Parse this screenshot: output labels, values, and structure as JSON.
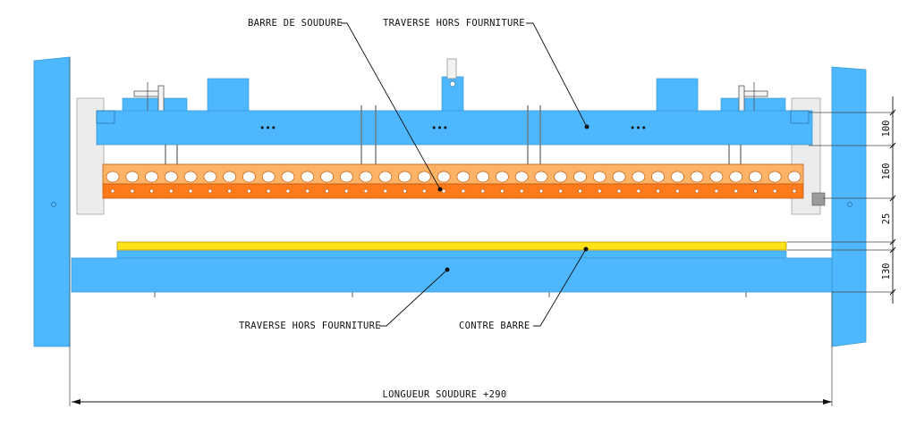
{
  "labels": {
    "welding_bar": "BARRE DE SOUDURE",
    "top_crossbar": "TRAVERSE HORS FOURNITURE",
    "bottom_crossbar": "TRAVERSE HORS FOURNITURE",
    "counter_bar": "CONTRE BARRE",
    "overall_length": "LONGUEUR SOUDURE +290"
  },
  "dimensions": {
    "crossbar_height": "100",
    "welding_bar_height": "160",
    "gap": "25",
    "bottom_height": "130"
  },
  "colors": {
    "frame_blue": "#4db8ff",
    "weld_orange": "#ff7a1a",
    "weld_orange_light": "#ffb366",
    "counter_yellow": "#ffe21a",
    "line": "#111111"
  }
}
